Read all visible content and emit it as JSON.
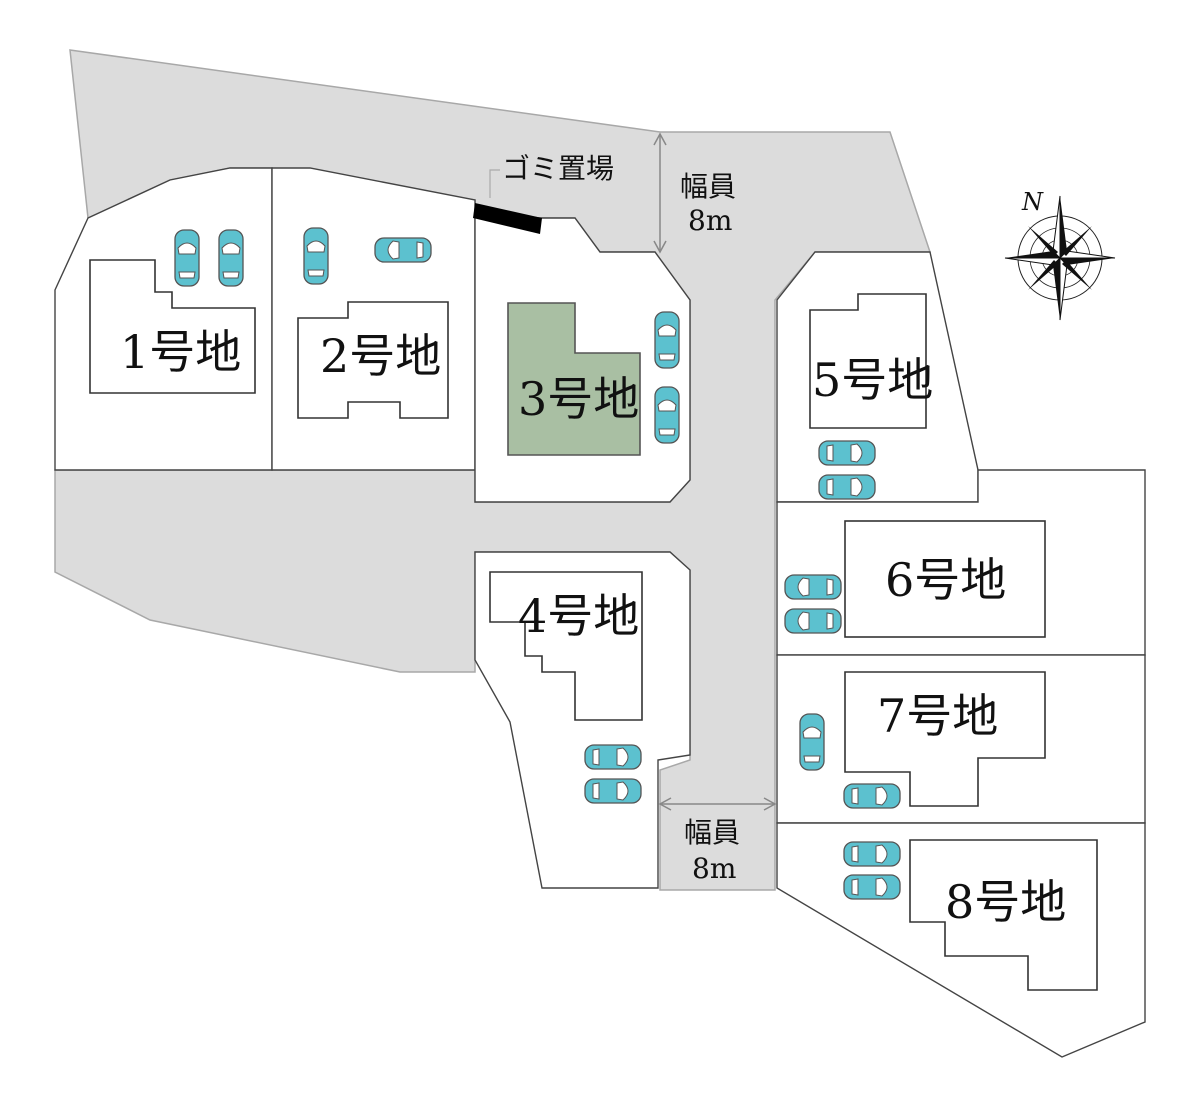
{
  "map": {
    "lots": [
      {
        "id": "1",
        "label": "1号地",
        "highlighted": false
      },
      {
        "id": "2",
        "label": "2号地",
        "highlighted": false
      },
      {
        "id": "3",
        "label": "3号地",
        "highlighted": true
      },
      {
        "id": "4",
        "label": "4号地",
        "highlighted": false
      },
      {
        "id": "5",
        "label": "5号地",
        "highlighted": false
      },
      {
        "id": "6",
        "label": "6号地",
        "highlighted": false
      },
      {
        "id": "7",
        "label": "7号地",
        "highlighted": false
      },
      {
        "id": "8",
        "label": "8号地",
        "highlighted": false
      }
    ],
    "garbage_area_label": "ゴミ置場",
    "road_width_top": {
      "line1": "幅員",
      "line2": "8m"
    },
    "road_width_bottom": {
      "line1": "幅員",
      "line2": "8m"
    },
    "compass": {
      "north_label": "N",
      "icon": "compass-rose-icon"
    },
    "car_icon": "car-icon",
    "colors": {
      "road": "#dcdcdc",
      "highlight_lot": "#a9bfa3",
      "car": "#5cc1cf",
      "garbage_area": "#000000"
    }
  }
}
